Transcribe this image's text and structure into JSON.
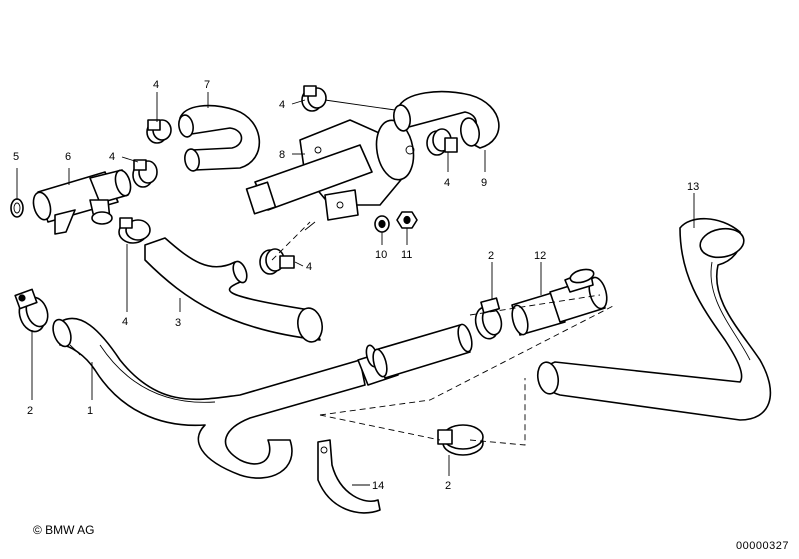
{
  "diagram": {
    "callouts": [
      {
        "id": "c1",
        "label": "1"
      },
      {
        "id": "c2a",
        "label": "2"
      },
      {
        "id": "c2b",
        "label": "2"
      },
      {
        "id": "c2c",
        "label": "2"
      },
      {
        "id": "c3",
        "label": "3"
      },
      {
        "id": "c4a",
        "label": "4"
      },
      {
        "id": "c4b",
        "label": "4"
      },
      {
        "id": "c4c",
        "label": "4"
      },
      {
        "id": "c4d",
        "label": "4"
      },
      {
        "id": "c4e",
        "label": "4"
      },
      {
        "id": "c4f",
        "label": "4"
      },
      {
        "id": "c5",
        "label": "5"
      },
      {
        "id": "c6",
        "label": "6"
      },
      {
        "id": "c7",
        "label": "7"
      },
      {
        "id": "c8",
        "label": "8"
      },
      {
        "id": "c9",
        "label": "9"
      },
      {
        "id": "c10",
        "label": "10"
      },
      {
        "id": "c11",
        "label": "11"
      },
      {
        "id": "c12",
        "label": "12"
      },
      {
        "id": "c13",
        "label": "13"
      },
      {
        "id": "c14",
        "label": "14"
      }
    ]
  },
  "footer": {
    "copyright": "© BMW AG",
    "document_number": "00000327"
  }
}
